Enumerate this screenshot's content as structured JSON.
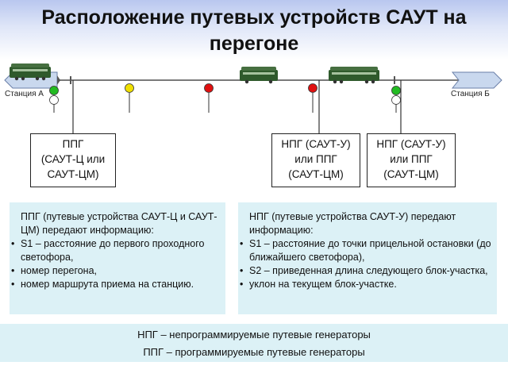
{
  "title": "Расположение путевых устройств САУТ на\nперегоне",
  "stations": {
    "left": "Станция А",
    "right": "Станция Б"
  },
  "colors": {
    "title_band": "#b9c7ef",
    "panel_bg": "#dcf1f6",
    "signal_green": "#22bb22",
    "signal_yellow": "#f0e000",
    "signal_red": "#e01010",
    "track": "#7a7a7a",
    "locomotive": "#2f5a2c"
  },
  "devices": [
    {
      "id": "ppg",
      "label": "ППГ\n(САУТ-Ц или\nСАУТ-ЦМ)"
    },
    {
      "id": "npg1",
      "label": "НПГ (САУТ-У)\nили ППГ\n(САУТ-ЦМ)"
    },
    {
      "id": "npg2",
      "label": "НПГ (САУТ-У)\nили ППГ\n(САУТ-ЦМ)"
    }
  ],
  "left_panel": {
    "intro": "ППГ (путевые устройства САУТ-Ц и САУТ-ЦМ) передают информацию:",
    "items": [
      "S1 – расстояние до первого проходного светофора,",
      "номер перегона,",
      "номер маршрута приема на станцию."
    ]
  },
  "right_panel": {
    "intro": "НПГ (путевые устройства САУТ-У) передают информацию:",
    "items": [
      "S1 – расстояние до точки прицельной остановки (до ближайшего светофора),",
      "S2 – приведенная длина следующего блок-участка,",
      "уклон на текущем блок-участке."
    ]
  },
  "legend": [
    "НПГ – непрограммируемые путевые генераторы",
    "ППГ – программируемые путевые генераторы"
  ],
  "signals": [
    {
      "name": "signal-station-a",
      "lamps": [
        "green",
        "off"
      ]
    },
    {
      "name": "signal-2",
      "lamps": [
        "yellow"
      ]
    },
    {
      "name": "signal-3",
      "lamps": [
        "red"
      ]
    },
    {
      "name": "signal-4",
      "lamps": [
        "red"
      ]
    },
    {
      "name": "signal-station-b",
      "lamps": [
        "green",
        "off"
      ]
    }
  ]
}
